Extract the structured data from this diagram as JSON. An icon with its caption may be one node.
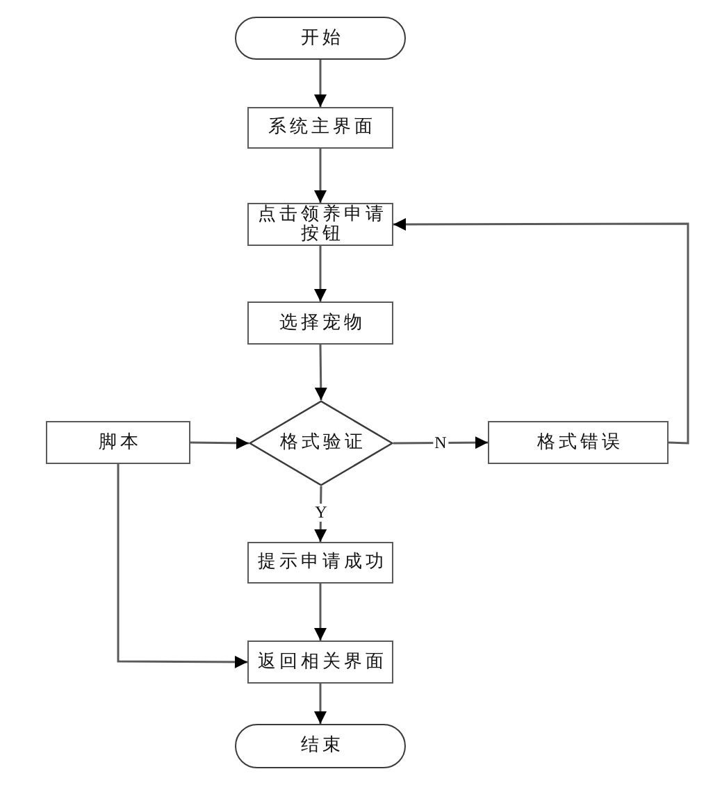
{
  "diagram": {
    "nodes": [
      {
        "text": [
          "开始"
        ]
      },
      {
        "text": [
          "系统主界面"
        ]
      },
      {
        "text": [
          "点击领养申请按钮"
        ]
      },
      {
        "text": [
          "选择宠物"
        ]
      },
      {
        "text": [
          "脚本"
        ]
      },
      {
        "text": [
          "格式验证"
        ]
      },
      {
        "text": [
          "格式错误"
        ]
      },
      {
        "text": [
          "提示申请成功"
        ]
      },
      {
        "text": [
          "返回相关界面"
        ]
      },
      {
        "text": [
          "结束"
        ]
      }
    ],
    "edges": [
      {
        "from": 0,
        "to": 1,
        "arrow": "to"
      },
      {
        "from": 1,
        "to": 2,
        "arrow": "to"
      },
      {
        "from": 2,
        "to": 3,
        "arrow": "to"
      },
      {
        "from": 3,
        "to": 5,
        "arrow": "to"
      },
      {
        "from": 4,
        "to": 5,
        "arrow": "to"
      },
      {
        "from": 5,
        "to": 6,
        "label": "N",
        "arrow": "to"
      },
      {
        "from": 6,
        "to": 2,
        "arrow": "to"
      },
      {
        "from": 5,
        "to": 7,
        "label": "Y",
        "arrow": "to"
      },
      {
        "from": 7,
        "to": 8,
        "arrow": "to"
      },
      {
        "from": 4,
        "to": 8,
        "arrow": "to"
      },
      {
        "from": 8,
        "to": 9,
        "arrow": "to"
      }
    ]
  }
}
